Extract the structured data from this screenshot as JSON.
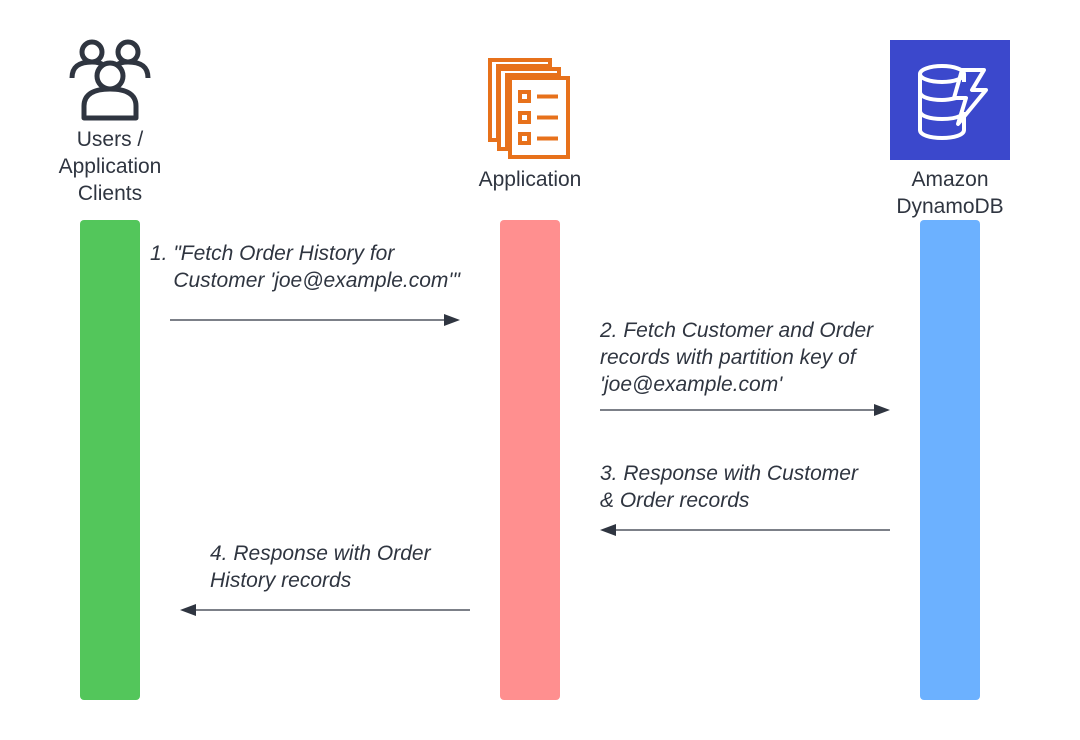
{
  "actors": {
    "users": {
      "label": "Users /\nApplication\nClients",
      "icon": "users-icon",
      "color": "#53c65b"
    },
    "application": {
      "label": "Application",
      "icon": "application-icon",
      "color": "#ff8f8f"
    },
    "dynamodb": {
      "label": "Amazon\nDynamoDB",
      "icon": "dynamodb-icon",
      "color": "#6cb1ff",
      "icon_bg": "#3b48cc"
    }
  },
  "colors": {
    "icon_orange": "#e7711b",
    "icon_dark": "#2f3540",
    "arrow": "#2f3540"
  },
  "messages": [
    {
      "label": "1. \"Fetch Order History for\n    Customer 'joe@example.com'\"",
      "from": "users",
      "to": "application"
    },
    {
      "label": "2. Fetch Customer and Order\nrecords with partition key of\n'joe@example.com'",
      "from": "application",
      "to": "dynamodb"
    },
    {
      "label": "3. Response with Customer\n& Order records",
      "from": "dynamodb",
      "to": "application"
    },
    {
      "label": "4. Response with Order\nHistory records",
      "from": "application",
      "to": "users"
    }
  ]
}
